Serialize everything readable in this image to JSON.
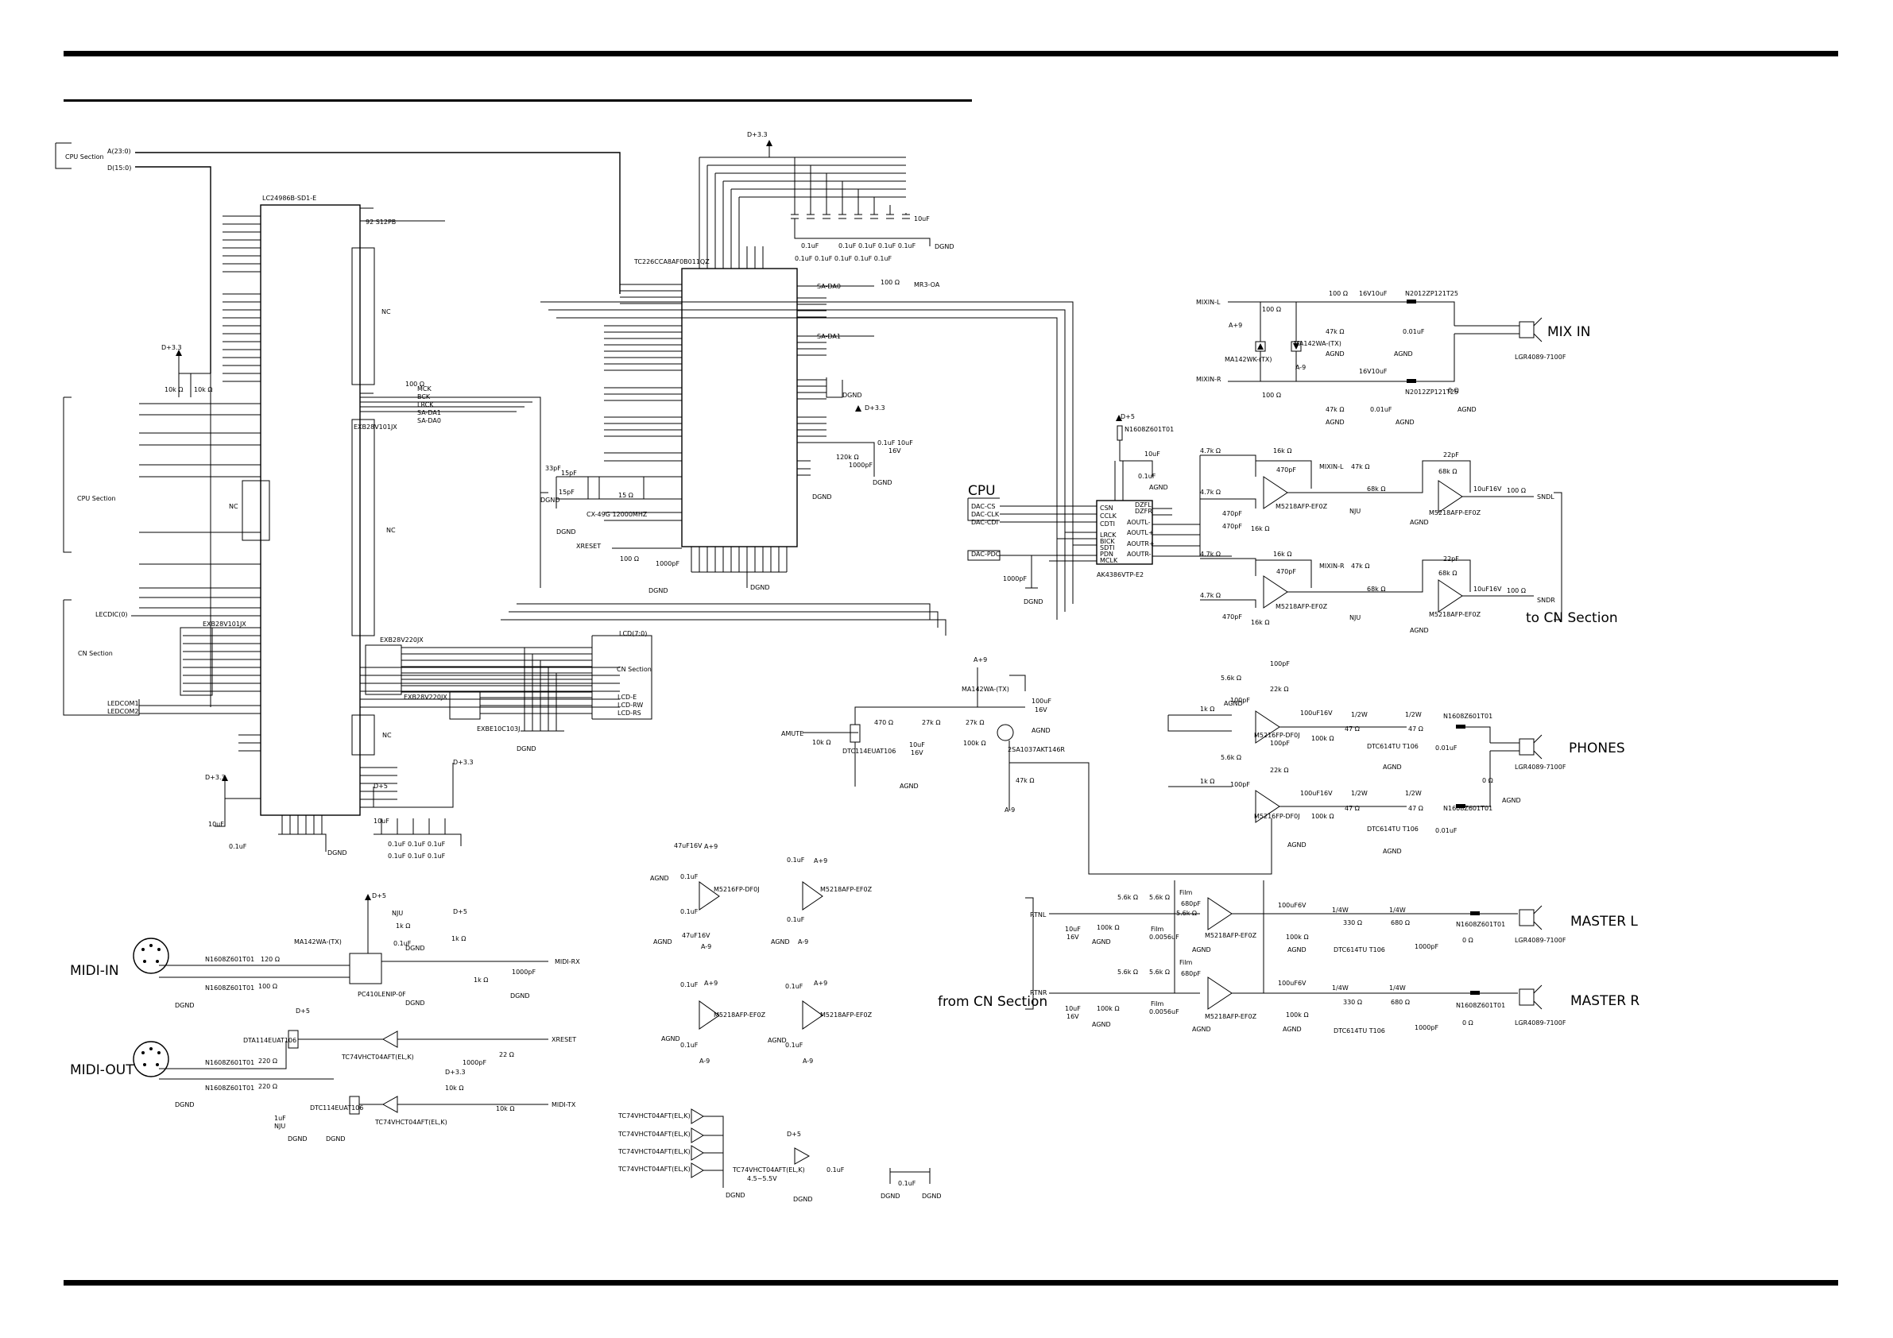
{
  "sections": {
    "cpu_in": "CPU Section",
    "cpu_left": "CPU Section",
    "cn_left": "CN Section",
    "cn_right": "CN Section",
    "cpu_block": "CPU",
    "to_cn": "to CN Section",
    "from_cn": "from CN Section"
  },
  "jacks": {
    "mix_in": "MIX IN",
    "phones": "PHONES",
    "master_l": "MASTER L",
    "master_r": "MASTER R",
    "midi_in": "MIDI-IN",
    "midi_out": "MIDI-OUT"
  },
  "ics": {
    "gate_array": "LC24986B-SD1-E",
    "dram": "TC226CCA8AF0B011QZ",
    "codec": "AK4386VTP-E2",
    "opamp_1": "M5218AFP-EF0Z",
    "opamp_2": "M5216FP-DF0J",
    "photocoupler": "PC410LENIP-0F",
    "buffer": "TC74VHCT04AFT(EL,K)",
    "res_net_1": "EXB28V101JX",
    "res_net_2": "EXB28V220JX",
    "res_net_3": "EXB28V220JX",
    "res_net_4": "EXBE10C103J",
    "transistor_1": "DTC114EUAT106",
    "transistor_2": "DTA114EUAT106",
    "transistor_3": "2SA1037AKT146R",
    "transistor_4": "DTC614TU T106",
    "diode": "MA142WA-(TX)",
    "diode_2": "MA142WK-(TX)",
    "crystal": "CX-49G 12000MHZ",
    "connector": "LGR4089-7100F",
    "ferrite": "N1608Z601T01",
    "ferrite_2": "N2012ZP121T25"
  },
  "power": {
    "d33": "D+3.3",
    "d5": "D+5",
    "a9": "A+9",
    "am9": "A-9",
    "dgnd": "DGND",
    "agnd": "AGND"
  },
  "signals": {
    "addr": "A(23:0)",
    "data": "D(15:0)",
    "mix_in_l": "MIXIN-L",
    "mix_in_r": "MIXIN-R",
    "sndl": "SNDL",
    "sndr": "SNDR",
    "rtnl": "RTNL",
    "rtnr": "RTNR",
    "midi_rx": "MIDI-RX",
    "midi_tx": "MIDI-TX",
    "xreset": "XRESET",
    "amute": "AMUTE",
    "dac_pdc": "DAC-PDC",
    "nc": "NC",
    "lcd": "LCD(7:0)",
    "dac_cs": "DAC-CS",
    "dac_clk": "DAC-CLK",
    "dac_cdi": "DAC-CDI"
  },
  "values": {
    "c01": "0.1uF",
    "c10": "10uF",
    "c470": "470pF",
    "c1000": "1000pF",
    "r100": "100 Ω",
    "r47k": "47k Ω",
    "r10k": "10k Ω",
    "r22": "22 Ω",
    "r1k": "1k Ω"
  }
}
